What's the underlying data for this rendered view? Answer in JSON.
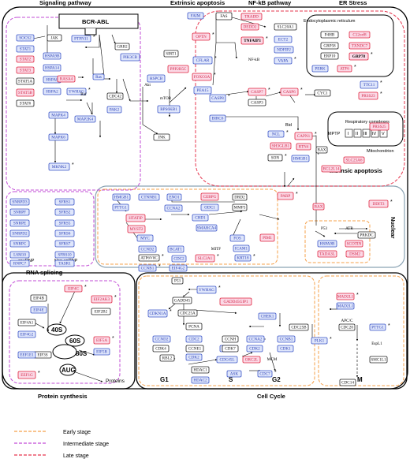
{
  "colors": {
    "early": "#f5a04a",
    "intermediate": "#c24bd6",
    "late": "#e6344d",
    "blue_node_fill": "#dfe6fb",
    "blue_node_stroke": "#3b55c8",
    "red_node_fill": "#fbd9e6",
    "red_node_stroke": "#e0253f",
    "neutral_fill": "#ffffff",
    "neutral_stroke": "#222222",
    "blue_text": "#2a3fb6",
    "red_text": "#d42a4a"
  },
  "regions": {
    "signaling": "Signaling pathway",
    "extrinsic": "Extrinsic apoptosis",
    "nfkb": "NF-kB pathway",
    "er_stress": "ER Stress",
    "er_sub": "Endocytoplasmic reticulum",
    "bid": "Bid",
    "respiratory": "Respiratory complexes",
    "roman": [
      "I",
      "II",
      "III",
      "IV",
      "V"
    ],
    "mitochondrion": "Mitochondrion",
    "intrinsic": "Intrinsic apoptosis",
    "rna_splicing": "RNA splicing",
    "snurnp": "snuRNP",
    "non_snrnp": "Non-snRNP",
    "nuclear": "Nuclear",
    "protein_synthesis": "Protein synthesis",
    "cell_cycle": "Cell Cycle",
    "bcr_abl": "BCR-ABL",
    "mptp": "MPTP",
    "ribo_40s": "40S",
    "ribo_60s": "60S",
    "ribo_80s": "80S",
    "aug": "AUG",
    "proteins": "Proteins",
    "phase_g1": "G1",
    "phase_s": "S",
    "phase_g2": "G2",
    "phase_m": "M",
    "star": "*"
  },
  "legend": [
    {
      "label": "Early stage",
      "color": "#f5a04a"
    },
    {
      "label": "Intermediate stage",
      "color": "#c24bd6"
    },
    {
      "label": "Late stage",
      "color": "#e6344d"
    }
  ],
  "nodes": [
    {
      "id": "FAS",
      "label": "FAS",
      "s": "n"
    },
    {
      "id": "FAIM",
      "label": "FAIM",
      "s": "b"
    },
    {
      "id": "OPTN",
      "label": "OPTN",
      "s": "r"
    },
    {
      "id": "CFLAR",
      "label": "CFLAR",
      "s": "b"
    },
    {
      "id": "TRADD",
      "label": "TRADD",
      "s": "r"
    },
    {
      "id": "DEDD2",
      "label": "DEDD2",
      "s": "r"
    },
    {
      "id": "TNFAIP3",
      "label": "TNFAIP3",
      "s": "rb"
    },
    {
      "id": "SLC20A1",
      "label": "SLC20A1",
      "s": "n"
    },
    {
      "id": "ECT2",
      "label": "ECT2",
      "s": "b"
    },
    {
      "id": "NDFIP2",
      "label": "NDFIP2",
      "s": "b"
    },
    {
      "id": "VAPA",
      "label": "VAPA",
      "s": "b"
    },
    {
      "id": "NFKB",
      "label": "NF-kB",
      "s": "t"
    },
    {
      "id": "SIRT1",
      "label": "SIRT1",
      "s": "n"
    },
    {
      "id": "PIK3CB",
      "label": "PIK3CB",
      "s": "b"
    },
    {
      "id": "PPP2R5C",
      "label": "PPP2R5C",
      "s": "r"
    },
    {
      "id": "FOXO3A",
      "label": "FOXO3A",
      "s": "r"
    },
    {
      "id": "HSPCB",
      "label": "HSPCB",
      "s": "b"
    },
    {
      "id": "PEA15",
      "label": "PEA15",
      "s": "b"
    },
    {
      "id": "MTOR",
      "label": "mTOR",
      "s": "t"
    },
    {
      "id": "RPS6KB1",
      "label": "RPS6KB1",
      "s": "b"
    },
    {
      "id": "JNK",
      "label": "JNK",
      "s": "n"
    },
    {
      "id": "AKT",
      "label": "Akt",
      "s": "t"
    },
    {
      "id": "SOCS2",
      "label": "SOCS2",
      "s": "b"
    },
    {
      "id": "JAK",
      "label": "JAK",
      "s": "n"
    },
    {
      "id": "STAT1",
      "label": "STAT1",
      "s": "b"
    },
    {
      "id": "STAT2",
      "label": "STAT2",
      "s": "r"
    },
    {
      "id": "STAT3",
      "label": "STAT3",
      "s": "r"
    },
    {
      "id": "STAT5A",
      "label": "STAT5A",
      "s": "n"
    },
    {
      "id": "STAT5B",
      "label": "STAT5B",
      "s": "r"
    },
    {
      "id": "STAT6",
      "label": "STAT6",
      "s": "n"
    },
    {
      "id": "PTPN11",
      "label": "PTPN11",
      "s": "b"
    },
    {
      "id": "GRB2",
      "label": "GRB2",
      "s": "n"
    },
    {
      "id": "HSPA9B",
      "label": "HSPA9B",
      "s": "b"
    },
    {
      "id": "HSPA14",
      "label": "HSPA14",
      "s": "b"
    },
    {
      "id": "HSPA8",
      "label": "HSPA8",
      "s": "b"
    },
    {
      "id": "HSPA2",
      "label": "HSPA2",
      "s": "b"
    },
    {
      "id": "YWHAG_S",
      "label": "YWHAG",
      "s": "b"
    },
    {
      "id": "RASA4",
      "label": "RASA4",
      "s": "r"
    },
    {
      "id": "RAS",
      "label": "Ras",
      "s": "b"
    },
    {
      "id": "RAF",
      "label": "Raf",
      "s": "t"
    },
    {
      "id": "CDC42",
      "label": "CDC42",
      "s": "n"
    },
    {
      "id": "PAK2",
      "label": "PAK2",
      "s": "b"
    },
    {
      "id": "MAP2K4",
      "label": "MAP2K4",
      "s": "b"
    },
    {
      "id": "MAPK4",
      "label": "MAPK4",
      "s": "b"
    },
    {
      "id": "MAPK6",
      "label": "MAPK6",
      "s": "b"
    },
    {
      "id": "MKNK2",
      "label": "MKNK2",
      "s": "b"
    },
    {
      "id": "CASP8",
      "label": "CASP8",
      "s": "b"
    },
    {
      "id": "CASP7",
      "label": "CASP7",
      "s": "r"
    },
    {
      "id": "CASP3",
      "label": "CASP3",
      "s": "n"
    },
    {
      "id": "CASP6",
      "label": "CASP6",
      "s": "r"
    },
    {
      "id": "BIRC6",
      "label": "BIRC6",
      "s": "b"
    },
    {
      "id": "CYC1",
      "label": "CYC1",
      "s": "n"
    },
    {
      "id": "P4HB",
      "label": "P4HB",
      "s": "n"
    },
    {
      "id": "C12orf8",
      "label": "C12orf8",
      "s": "r"
    },
    {
      "id": "GRP58",
      "label": "GRP58",
      "s": "n"
    },
    {
      "id": "TXNDC7",
      "label": "TXNDC7",
      "s": "r"
    },
    {
      "id": "ERP10",
      "label": "ERP10",
      "s": "n"
    },
    {
      "id": "GRP78",
      "label": "GRP78",
      "s": "rb"
    },
    {
      "id": "PERK",
      "label": "PERK",
      "s": "b"
    },
    {
      "id": "ATF6",
      "label": "ATF6",
      "s": "r"
    },
    {
      "id": "TTC11",
      "label": "TTC11",
      "s": "b"
    },
    {
      "id": "PRSS23",
      "label": "PRSS23",
      "s": "r"
    },
    {
      "id": "PRSS25",
      "label": "PRSS25",
      "s": "r"
    },
    {
      "id": "NCL",
      "label": "NCL",
      "s": "b"
    },
    {
      "id": "CAPN1",
      "label": "CAPN1",
      "s": "r"
    },
    {
      "id": "SH3GLB1",
      "label": "SH3GLB1",
      "s": "r"
    },
    {
      "id": "RTN4",
      "label": "RTN4",
      "s": "r"
    },
    {
      "id": "SON",
      "label": "SON",
      "s": "n"
    },
    {
      "id": "HMGB1_A",
      "label": "HMGB1",
      "s": "b"
    },
    {
      "id": "BAX",
      "label": "BAX",
      "s": "n"
    },
    {
      "id": "BCL2L14",
      "label": "BCL2L14",
      "s": "r"
    },
    {
      "id": "SLC25A6",
      "label": "SLC25A6",
      "s": "r"
    },
    {
      "id": "SNRPD3",
      "label": "SNRPD3",
      "s": "b"
    },
    {
      "id": "SNRPF",
      "label": "SNRPF",
      "s": "b"
    },
    {
      "id": "SNRPE",
      "label": "SNRPE",
      "s": "b"
    },
    {
      "id": "SNRPD2",
      "label": "SNRPD2",
      "s": "b"
    },
    {
      "id": "SNRPC",
      "label": "SNRPC",
      "s": "b"
    },
    {
      "id": "LSM10",
      "label": "LSM10",
      "s": "b"
    },
    {
      "id": "RNPC7",
      "label": "RNPC7",
      "s": "b"
    },
    {
      "id": "SFRS1",
      "label": "SFRS1",
      "s": "b"
    },
    {
      "id": "SFRS2",
      "label": "SFRS2",
      "s": "b"
    },
    {
      "id": "SFRS5",
      "label": "SFRS5",
      "s": "b"
    },
    {
      "id": "SFRS6",
      "label": "SFRS6",
      "s": "b"
    },
    {
      "id": "SFRS7",
      "label": "SFRS7",
      "s": "b"
    },
    {
      "id": "SFRS10",
      "label": "SFRS10",
      "s": "b"
    },
    {
      "id": "TASR1",
      "label": "TASR1",
      "s": "b"
    },
    {
      "id": "HMGB1_N",
      "label": "HMGB1",
      "s": "b"
    },
    {
      "id": "CTNNB1",
      "label": "CTNNB1",
      "s": "b"
    },
    {
      "id": "ENO1",
      "label": "ENO1",
      "s": "b"
    },
    {
      "id": "PTTG1_N",
      "label": "PTTG1",
      "s": "b"
    },
    {
      "id": "CCNA2_N",
      "label": "CCNA2",
      "s": "b"
    },
    {
      "id": "CEBPG",
      "label": "CEBPG",
      "s": "r"
    },
    {
      "id": "DRD2",
      "label": "DRD2",
      "s": "n"
    },
    {
      "id": "ODC1",
      "label": "ODC1",
      "s": "b"
    },
    {
      "id": "MMP3",
      "label": "MMP3",
      "s": "n"
    },
    {
      "id": "HTATIP",
      "label": "HTATIP",
      "s": "r"
    },
    {
      "id": "CHD1",
      "label": "CHD1",
      "s": "b"
    },
    {
      "id": "MYST2",
      "label": "MYST2",
      "s": "r"
    },
    {
      "id": "SMARCA4",
      "label": "SMARCA4",
      "s": "b"
    },
    {
      "id": "MYC",
      "label": "MYC",
      "s": "b"
    },
    {
      "id": "FOS",
      "label": "FOS",
      "s": "b"
    },
    {
      "id": "PIM1",
      "label": "PIM1",
      "s": "r"
    },
    {
      "id": "MITF",
      "label": "MITF",
      "s": "t"
    },
    {
      "id": "ICAM1",
      "label": "ICAM1",
      "s": "b"
    },
    {
      "id": "KRT18",
      "label": "KRT18",
      "s": "b"
    },
    {
      "id": "CCND2_N",
      "label": "CCND2",
      "s": "b"
    },
    {
      "id": "BCAT1",
      "label": "BCAT1",
      "s": "b"
    },
    {
      "id": "ATP6V0C",
      "label": "ATP6V0C",
      "s": "n"
    },
    {
      "id": "CDC2_N",
      "label": "CDC2",
      "s": "b"
    },
    {
      "id": "SLC2A1",
      "label": "SLC2A1",
      "s": "r"
    },
    {
      "id": "CCNB1_N",
      "label": "CCNB1",
      "s": "b"
    },
    {
      "id": "EIF4G2_N",
      "label": "EIF4G2",
      "s": "b"
    },
    {
      "id": "PARP",
      "label": "PARP",
      "s": "r"
    },
    {
      "id": "BAX2",
      "label": "BAX",
      "s": "r"
    },
    {
      "id": "DDIT3",
      "label": "DDIT3",
      "s": "r"
    },
    {
      "id": "P53_N",
      "label": "P53",
      "s": "t"
    },
    {
      "id": "ATR",
      "label": "ATR",
      "s": "t"
    },
    {
      "id": "PRKDC",
      "label": "PRKDC",
      "s": "n"
    },
    {
      "id": "HSPA9B_N",
      "label": "HSPA9B",
      "s": "b"
    },
    {
      "id": "SCOTIN",
      "label": "SCOTIN",
      "s": "r"
    },
    {
      "id": "TADA3L",
      "label": "TADA3L",
      "s": "r"
    },
    {
      "id": "DSM2",
      "label": "DSM2",
      "s": "r"
    },
    {
      "id": "EIF4C",
      "label": "EIF4C",
      "s": "r"
    },
    {
      "id": "EIF4B",
      "label": "EIF4B",
      "s": "n"
    },
    {
      "id": "EIF2AK3",
      "label": "EIF2AK3",
      "s": "r"
    },
    {
      "id": "EIF4E",
      "label": "EIF4E",
      "s": "b"
    },
    {
      "id": "EIF2B2",
      "label": "EIF2B2",
      "s": "n"
    },
    {
      "id": "EIF4A1",
      "label": "EIF4A1",
      "s": "n"
    },
    {
      "id": "EIF4G2",
      "label": "EIF4G2",
      "s": "b"
    },
    {
      "id": "EIF3S",
      "label": "EIF3S",
      "s": "n"
    },
    {
      "id": "EIF5A",
      "label": "EIF5A",
      "s": "r"
    },
    {
      "id": "EIF5B",
      "label": "EIF5B",
      "s": "b"
    },
    {
      "id": "EEF1E1",
      "label": "EEF1E1",
      "s": "b"
    },
    {
      "id": "EEF1G",
      "label": "EEF1G",
      "s": "r"
    },
    {
      "id": "P53_C",
      "label": "P53",
      "s": "n"
    },
    {
      "id": "YWHAG_C",
      "label": "YWHAG",
      "s": "b"
    },
    {
      "id": "GADD45",
      "label": "GADD45",
      "s": "n"
    },
    {
      "id": "GADD45GIP1",
      "label": "GADD45GIP1",
      "s": "r"
    },
    {
      "id": "CDKN1A",
      "label": "CDKN1A",
      "s": "b"
    },
    {
      "id": "CDC25A",
      "label": "CDC25A",
      "s": "n"
    },
    {
      "id": "PCNA",
      "label": "PCNA",
      "s": "n"
    },
    {
      "id": "CHEK1",
      "label": "CHEK1",
      "s": "b"
    },
    {
      "id": "CDC25B",
      "label": "CDC25B",
      "s": "n"
    },
    {
      "id": "MAD2L1a",
      "label": "MAD2L1",
      "s": "r"
    },
    {
      "id": "MAD2L1b",
      "label": "MAD2L1",
      "s": "b"
    },
    {
      "id": "APCC",
      "label": "APC/C",
      "s": "t"
    },
    {
      "id": "CDC20",
      "label": "CDC20",
      "s": "n"
    },
    {
      "id": "PTTG1",
      "label": "PTTG1",
      "s": "b"
    },
    {
      "id": "ESPL1",
      "label": "EspL1",
      "s": "t"
    },
    {
      "id": "SMC1L1",
      "label": "SMC1L1",
      "s": "n"
    },
    {
      "id": "CDC14",
      "label": "CDC14",
      "s": "n"
    },
    {
      "id": "CDC2",
      "label": "CDC2",
      "s": "b"
    },
    {
      "id": "CCNE1",
      "label": "CCNE1",
      "s": "n"
    },
    {
      "id": "CCNH",
      "label": "CCNH",
      "s": "n"
    },
    {
      "id": "CCNA2",
      "label": "CCNA2",
      "s": "b"
    },
    {
      "id": "CCNB1",
      "label": "CCNB1",
      "s": "b"
    },
    {
      "id": "CCND2",
      "label": "CCND2",
      "s": "b"
    },
    {
      "id": "CDK4",
      "label": "CDK4",
      "s": "n"
    },
    {
      "id": "CDK2a",
      "label": "CDK2",
      "s": "b"
    },
    {
      "id": "CDK2b",
      "label": "CDK2",
      "s": "b"
    },
    {
      "id": "CDK7",
      "label": "CDK7",
      "s": "n"
    },
    {
      "id": "CDK2c",
      "label": "CDK2",
      "s": "b"
    },
    {
      "id": "CDK1",
      "label": "CDK1",
      "s": "b"
    },
    {
      "id": "PLK1",
      "label": "PLK1",
      "s": "b"
    },
    {
      "id": "CDC45L",
      "label": "CDC45L",
      "s": "b"
    },
    {
      "id": "ORC2L",
      "label": "ORC2L",
      "s": "r"
    },
    {
      "id": "MCM",
      "label": "MCM",
      "s": "t"
    },
    {
      "id": "RBL2",
      "label": "RBL2",
      "s": "n"
    },
    {
      "id": "HDAC1",
      "label": "HDAC1",
      "s": "n"
    },
    {
      "id": "HDAC2",
      "label": "HDAC2",
      "s": "b"
    },
    {
      "id": "ASK",
      "label": "ASK",
      "s": "b"
    },
    {
      "id": "CDC7",
      "label": "CDC7",
      "s": "b"
    }
  ]
}
